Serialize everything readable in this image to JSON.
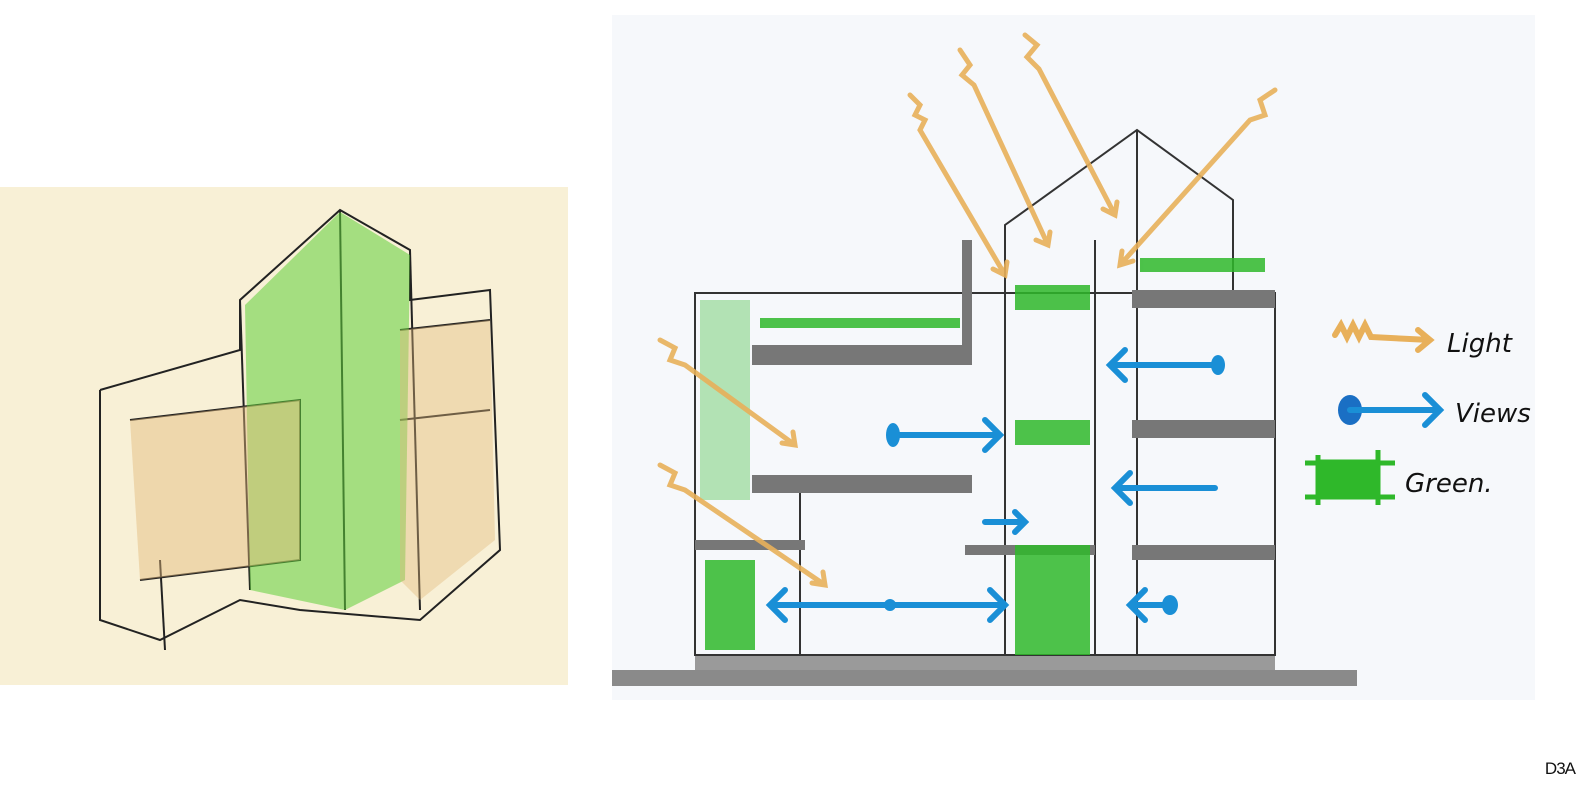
{
  "legend": {
    "light_label": "Light",
    "views_label": "Views",
    "green_label": "Green."
  },
  "credit": "D3A",
  "colors": {
    "light": "#e8b05a",
    "views": "#1a8fd6",
    "green": "#2fb82a",
    "paper": "#f8f0d6"
  }
}
